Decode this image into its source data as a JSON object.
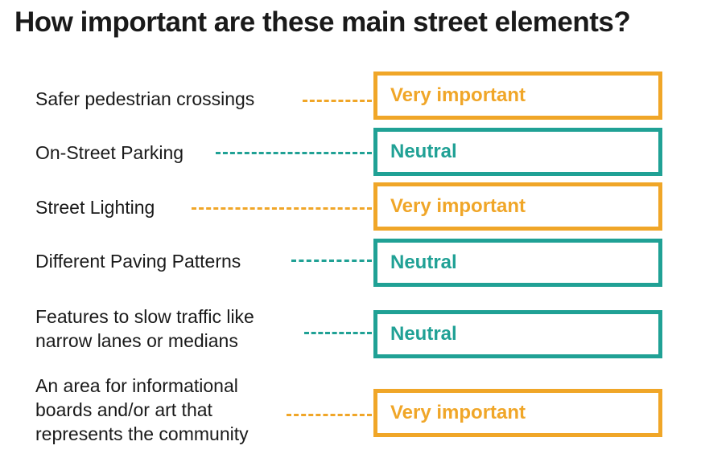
{
  "title": "How important are these main street elements?",
  "colors": {
    "very_important": "#f0a628",
    "neutral": "#20a195"
  },
  "items": [
    {
      "label": "Safer pedestrian crossings",
      "rating": "Very important",
      "color_key": "very_important"
    },
    {
      "label": "On-Street Parking",
      "rating": "Neutral",
      "color_key": "neutral"
    },
    {
      "label": "Street Lighting",
      "rating": "Very important",
      "color_key": "very_important"
    },
    {
      "label": "Different Paving Patterns",
      "rating": "Neutral",
      "color_key": "neutral"
    },
    {
      "label": "Features to slow traffic like\nnarrow lanes or medians",
      "rating": "Neutral",
      "color_key": "neutral"
    },
    {
      "label": "An area for informational\nboards and/or art that\nrepresents the community",
      "rating": "Very important",
      "color_key": "very_important"
    }
  ]
}
